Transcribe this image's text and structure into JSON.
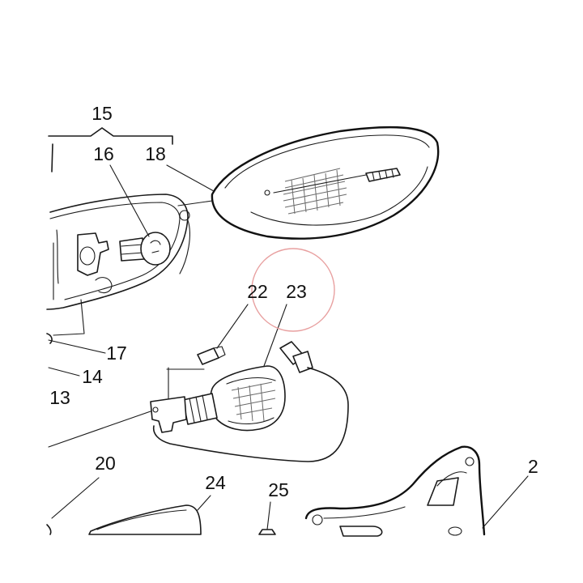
{
  "labels": {
    "l15": "15",
    "l16": "16",
    "l18": "18",
    "l22": "22",
    "l23": "23",
    "l17": "17",
    "l14": "14",
    "l13": "13",
    "l20": "20",
    "l24": "24",
    "l25": "25",
    "l2x": "2"
  },
  "highlight": {
    "target": "23",
    "color": "#e8a0a0"
  },
  "colors": {
    "line": "#1a1a1a",
    "background": "#ffffff"
  }
}
